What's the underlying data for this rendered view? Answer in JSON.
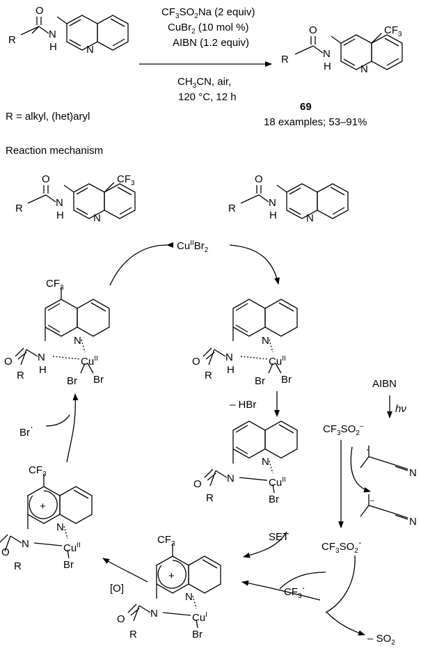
{
  "top_reaction": {
    "reagents": [
      "CF",
      "3",
      "SO",
      "2",
      "Na (2 equiv)",
      "CuBr",
      "2",
      " (10 mol %)",
      "AIBN (1.2 equiv)"
    ],
    "conditions": [
      "CH",
      "3",
      "CN, air,",
      "120 °C, 12 h"
    ],
    "r_group": "R = alkyl, (het)aryl",
    "product_number": "69",
    "product_scope": "18 examples; 53–91%"
  },
  "mechanism": {
    "heading": "Reaction mechanism",
    "catalyst": {
      "main": "Cu",
      "sup": "II",
      "tail": "Br",
      "sub": "2"
    },
    "labels": {
      "cf3": "CF",
      "three": "3",
      "R": "R",
      "N": "N",
      "H": "H",
      "O": "O",
      "Br": "Br",
      "CuII": "Cu",
      "CuI": "Cu",
      "II": "II",
      "I": "I",
      "hbr": "– HBr",
      "aibn": "AIBN",
      "hv": "hν",
      "sulfinate": "CF",
      "so2": "SO",
      "two": "2",
      "minus": "–",
      "set": "SET",
      "oxidant": "[O]",
      "br_rad": "Br",
      "so2_loss": "– SO",
      "plus": "+",
      "N_nitrile": "N"
    }
  }
}
